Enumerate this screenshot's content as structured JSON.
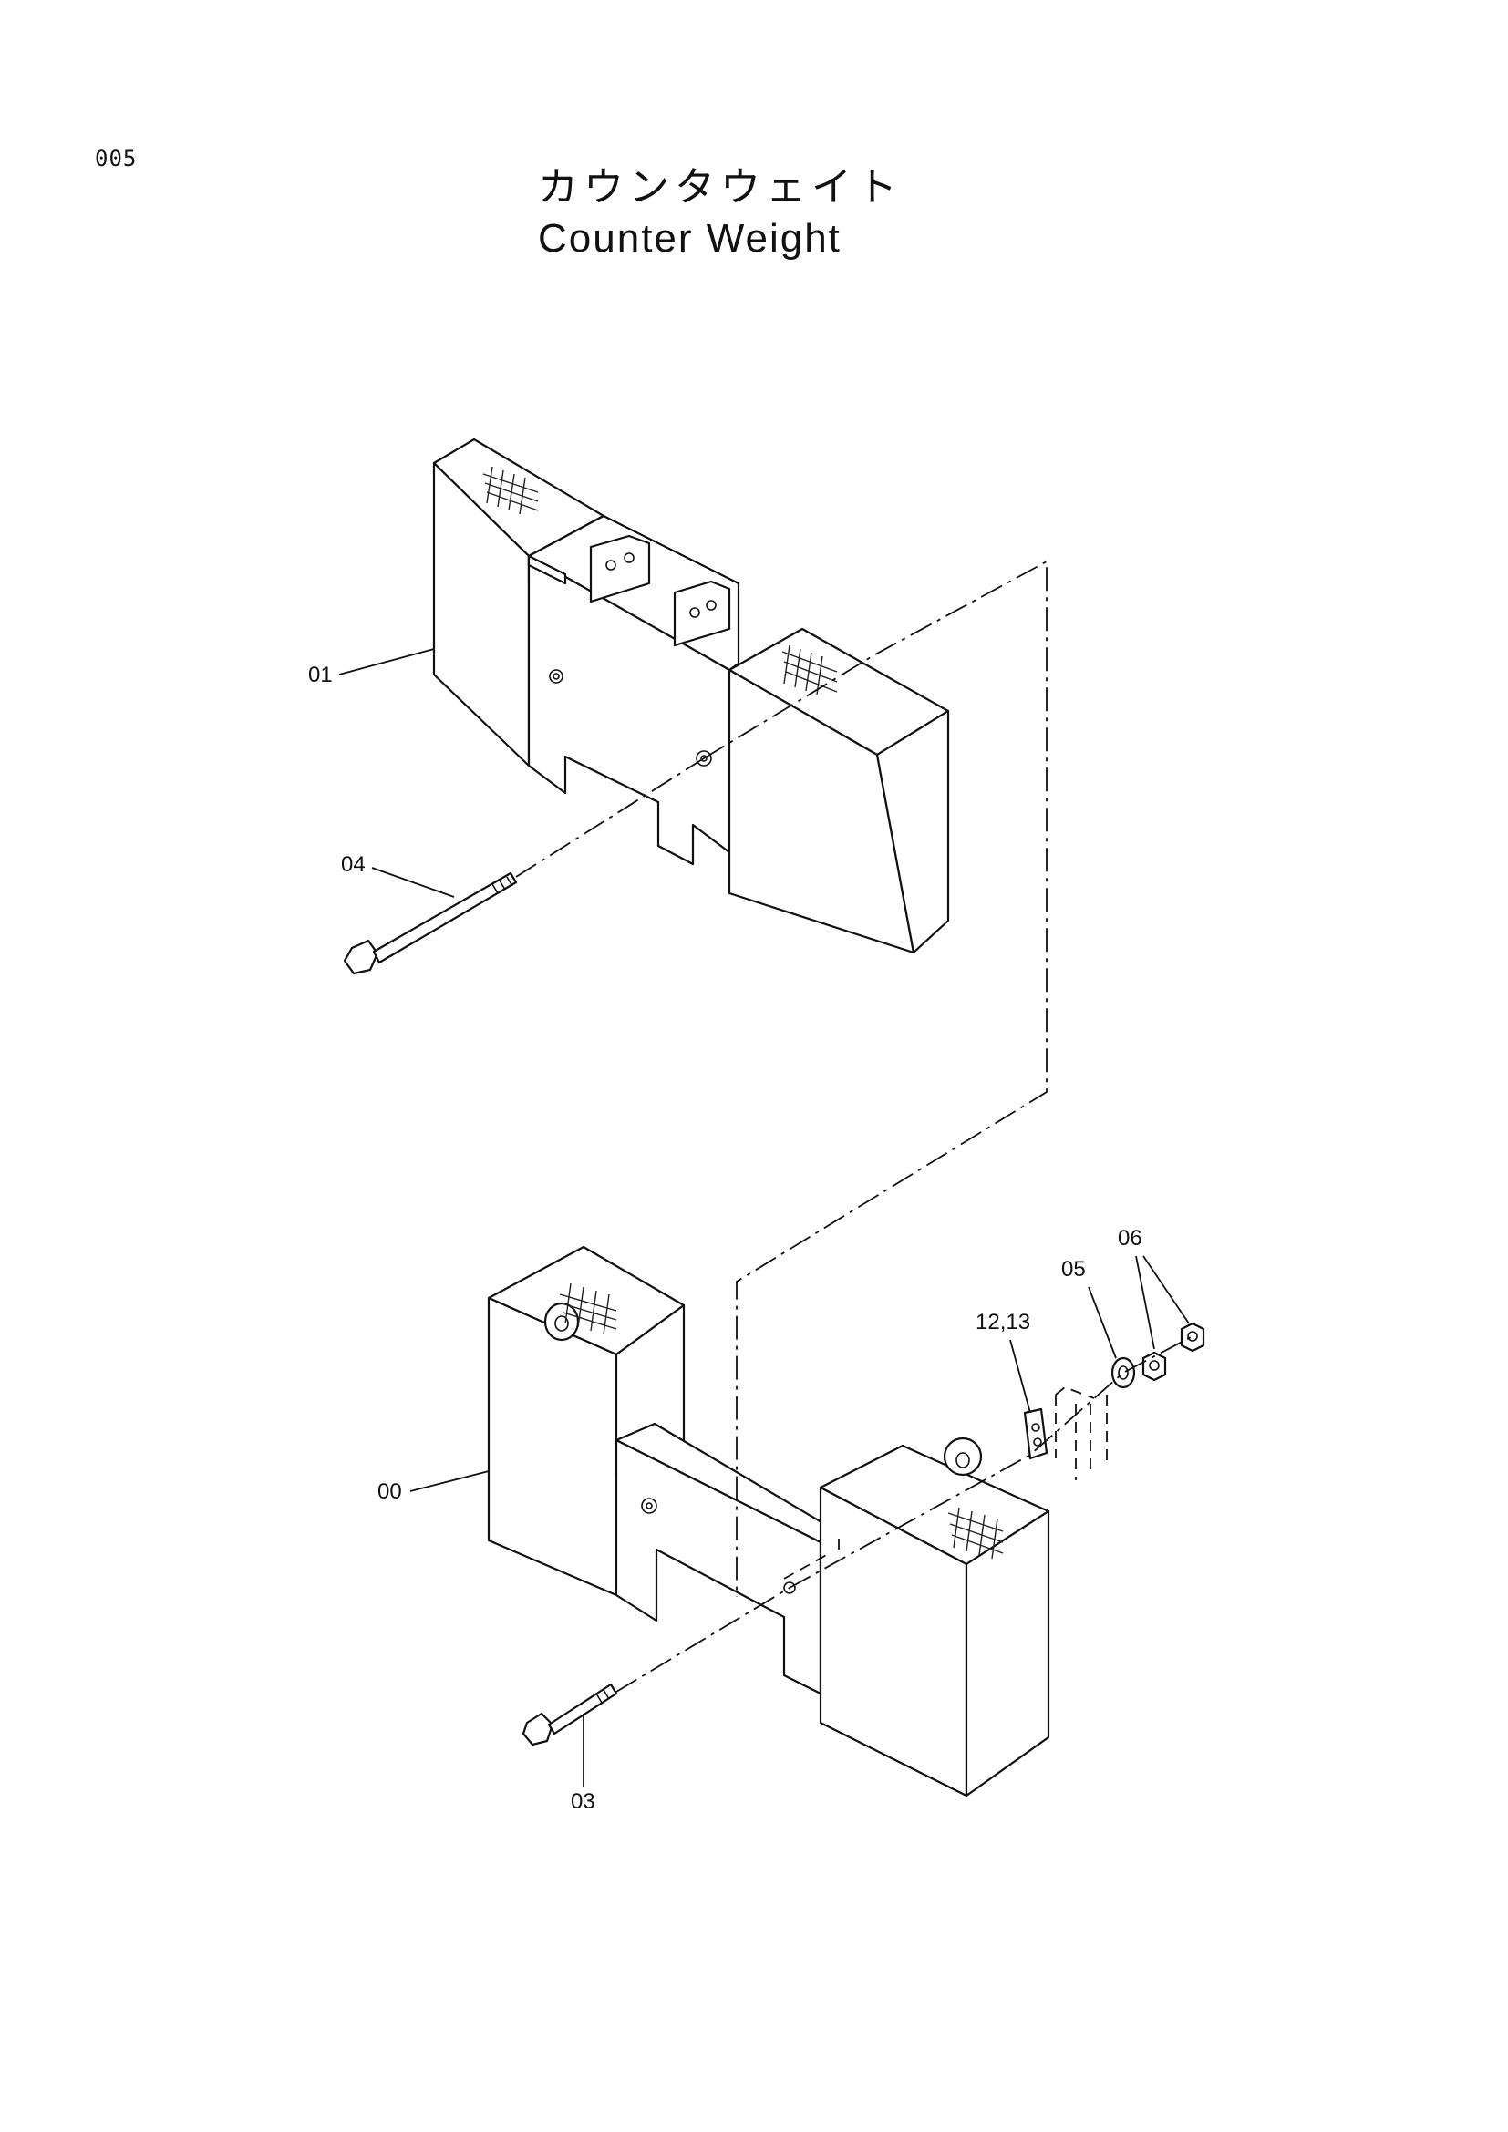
{
  "page_number": "005",
  "title": {
    "japanese": "カウンタウェイト",
    "english": "Counter Weight"
  },
  "callouts": [
    {
      "id": "01",
      "label": "01"
    },
    {
      "id": "04",
      "label": "04"
    },
    {
      "id": "00",
      "label": "00"
    },
    {
      "id": "03",
      "label": "03"
    },
    {
      "id": "12_13",
      "label": "12,13"
    },
    {
      "id": "05",
      "label": "05"
    },
    {
      "id": "06",
      "label": "06"
    }
  ]
}
